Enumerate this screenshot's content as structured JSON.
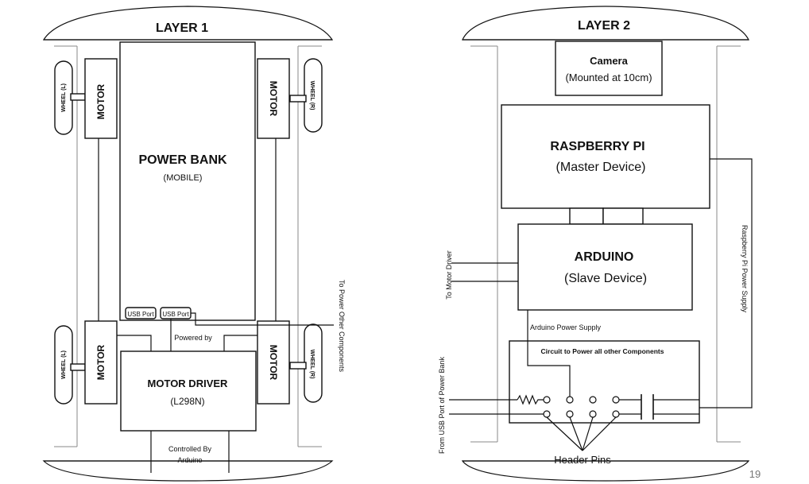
{
  "layer1": {
    "title": "LAYER 1",
    "motor_label": "MOTOR",
    "wheel_left": "WHEEL (L)",
    "wheel_right": "WHEEL (R)",
    "power_bank": {
      "title": "POWER BANK",
      "subtitle": "(MOBILE)"
    },
    "usb_port": "USB Port",
    "powered_by": "Powered by",
    "motor_driver": {
      "title": "MOTOR DRIVER",
      "subtitle": "(L298N)"
    },
    "controlled_by_1": "Controlled By",
    "controlled_by_2": "Arduino",
    "to_power_other": "To Power Other Components"
  },
  "layer2": {
    "title": "LAYER 2",
    "camera": {
      "title": "Camera",
      "subtitle": "(Mounted at 10cm)"
    },
    "raspberry": {
      "title": "RASPBERRY PI",
      "subtitle": "(Master Device)"
    },
    "arduino": {
      "title": "ARDUINO",
      "subtitle": "(Slave Device)"
    },
    "to_motor_driver": "To Motor Driver",
    "arduino_power_supply": "Arduino Power Supply",
    "circuit": "Circuit to Power all other Components",
    "from_usb": "From USB Port of Power Bank",
    "header_pins": "Header Pins",
    "rpi_power_supply": "Raspberry Pi Power Supply"
  },
  "page_number": "19"
}
